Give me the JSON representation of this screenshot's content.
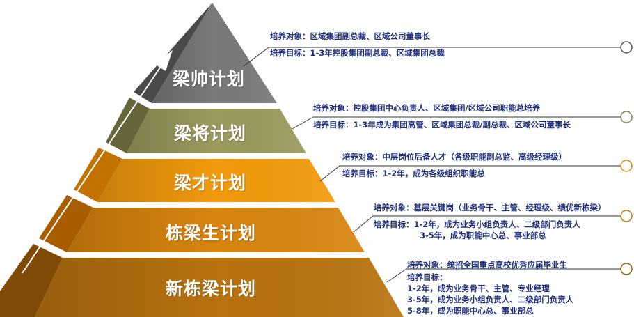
{
  "pyramid": {
    "tiers": [
      {
        "title": "梁帅计划",
        "target": "培养对象：区域集团副总裁、区域公司董事长",
        "goal": "培养目标：1-3年控股集团副总裁、区域集团总裁",
        "front_color": "#7a7a7a",
        "side_color": "#4a4a4a",
        "circle_color": "#555555"
      },
      {
        "title": "梁将计划",
        "target": "培养对象：控股集团中心负责人、区域集团/区域公司职能总培养",
        "goal": "培养目标：1-3年成为集团高管、区域集团总裁/副总裁、区域公司董事长",
        "front_color": "#9a9a5e",
        "side_color": "#66663a",
        "circle_color": "#8a8a4a"
      },
      {
        "title": "梁才计划",
        "target": "培养对象：中层岗位后备人才（各级职能副总监、高级经理级）",
        "goal": "培养目标：1-2年，成为各级组织职能总",
        "front_color": "#f29a0c",
        "side_color": "#c27200",
        "circle_color": "#e08a00"
      },
      {
        "title": "栋梁生计划",
        "target": "培养对象：基层关键岗（业务骨干、主管、经理级、绩优新栋梁）",
        "goal_lines": [
          "培养目标：1-2年，成为业务小组负责人、二级部门负责人",
          "3-5年，成为职能中心总、事业部总"
        ],
        "front_color": "#d8850f",
        "side_color": "#a85e00",
        "circle_color": "#c87400"
      },
      {
        "title": "新栋梁计划",
        "target": "培养对象：统招全国重点高校优秀应届毕业生",
        "goal_lines": [
          "培养目标：",
          "1-2年，成为业务骨干、主管、专业经理",
          "3-5年，成为业务小组负责人、二级部门负责人",
          "5-8年，成为职能中心总、事业部总"
        ],
        "front_color": "#b8730f",
        "side_color": "#7f4a05",
        "circle_color": "#9a5c05"
      }
    ]
  }
}
